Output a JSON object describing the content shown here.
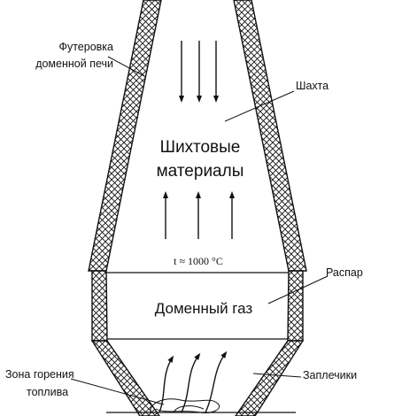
{
  "labels": {
    "lining_line1": "Футеровка",
    "lining_line2": "доменной печи",
    "shaft": "Шахта",
    "charge_line1": "Шихтовые",
    "charge_line2": "материалы",
    "temperature": "t ≈ 1000 °C",
    "bosh_top": "Распар",
    "blast_gas": "Доменный газ",
    "combustion_line1": "Зона горения",
    "combustion_line2": "топлива",
    "bosh": "Заплечики"
  }
}
